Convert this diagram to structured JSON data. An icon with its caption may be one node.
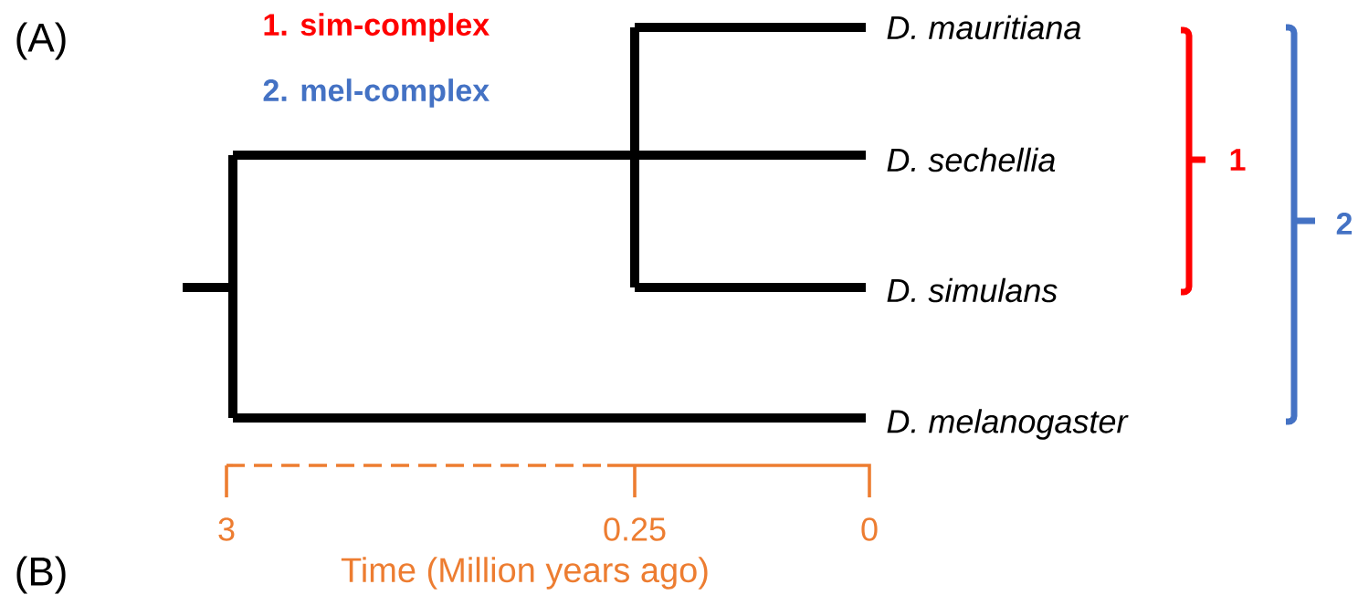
{
  "diagram": {
    "labels": [
      "(A)",
      "1. sim-complex",
      "2. mel-complex",
      "D. mauritiana",
      "D. sechellia",
      "1",
      "2",
      "D. simulans",
      "D. melanogaster",
      "3",
      "0.25",
      "0",
      "(B)",
      "Time (Million years ago)"
    ]
  }
}
